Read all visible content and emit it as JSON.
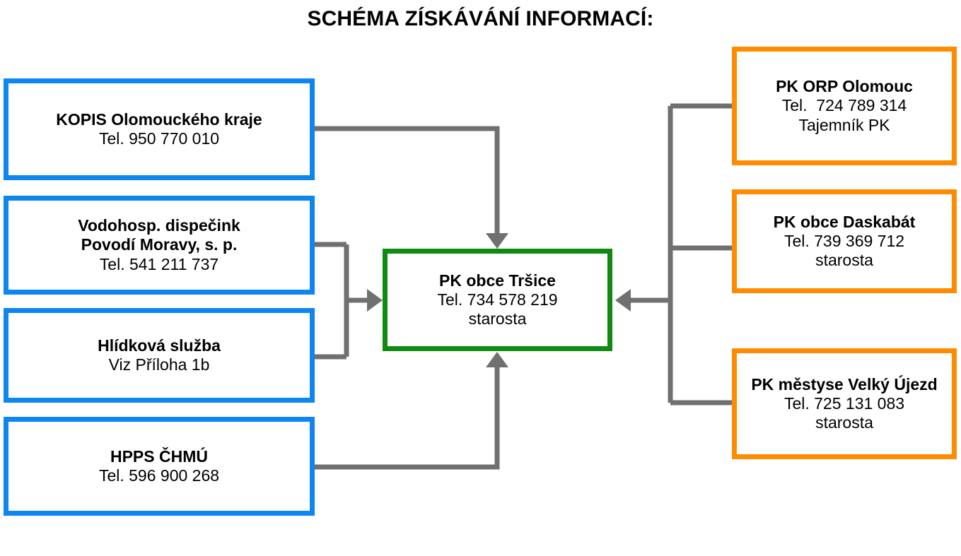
{
  "diagram": {
    "title": "SCHÉMA ZÍSKÁVÁNÍ INFORMACÍ:",
    "colors": {
      "source_border": "#0d86f0",
      "center_border": "#108A10",
      "crisis_border": "#FF8C00",
      "connector": "#707070",
      "background": "#ffffff",
      "text": "#000000"
    },
    "nodes": {
      "kopis": {
        "line1": "KOPIS Olomouckého kraje",
        "line2": "Tel. 950 770 010",
        "line3": ""
      },
      "vodohosp": {
        "line1": "Vodohosp. dispečink",
        "line2": "Povodí Moravy, s. p.",
        "line3": "Tel. 541 211 737"
      },
      "hlidkova": {
        "line1": "Hlídková služba",
        "line2": "Viz Příloha 1b",
        "line3": ""
      },
      "hpps": {
        "line1": "HPPS ČHMÚ",
        "line2": "Tel. 596 900 268",
        "line3": ""
      },
      "center": {
        "line1": "PK obce Tršice",
        "line2": "Tel. 734 578 219",
        "line3": "starosta"
      },
      "orp_olomouc": {
        "line1": "PK ORP Olomouc",
        "line2": "Tel.  724 789 314",
        "line3": "Tajemník PK"
      },
      "daskabat": {
        "line1": "PK obce Daskabát",
        "line2": "Tel. 739 369 712",
        "line3": "starosta"
      },
      "velky_ujezd": {
        "line1": "PK městyse Velký Újezd",
        "line2": "Tel. 725 131 083",
        "line3": "starosta"
      }
    },
    "connections": [
      {
        "from": "kopis",
        "to": "center",
        "direction": "into-top"
      },
      {
        "from": "vodohosp",
        "to": "center",
        "direction": "into-left"
      },
      {
        "from": "hlidkova",
        "to": "center",
        "direction": "into-left"
      },
      {
        "from": "hpps",
        "to": "center",
        "direction": "into-bottom"
      },
      {
        "from": "orp_olomouc",
        "to": "center",
        "direction": "into-right"
      },
      {
        "from": "daskabat",
        "to": "center",
        "direction": "into-right"
      },
      {
        "from": "velky_ujezd",
        "to": "center",
        "direction": "into-right"
      }
    ]
  }
}
